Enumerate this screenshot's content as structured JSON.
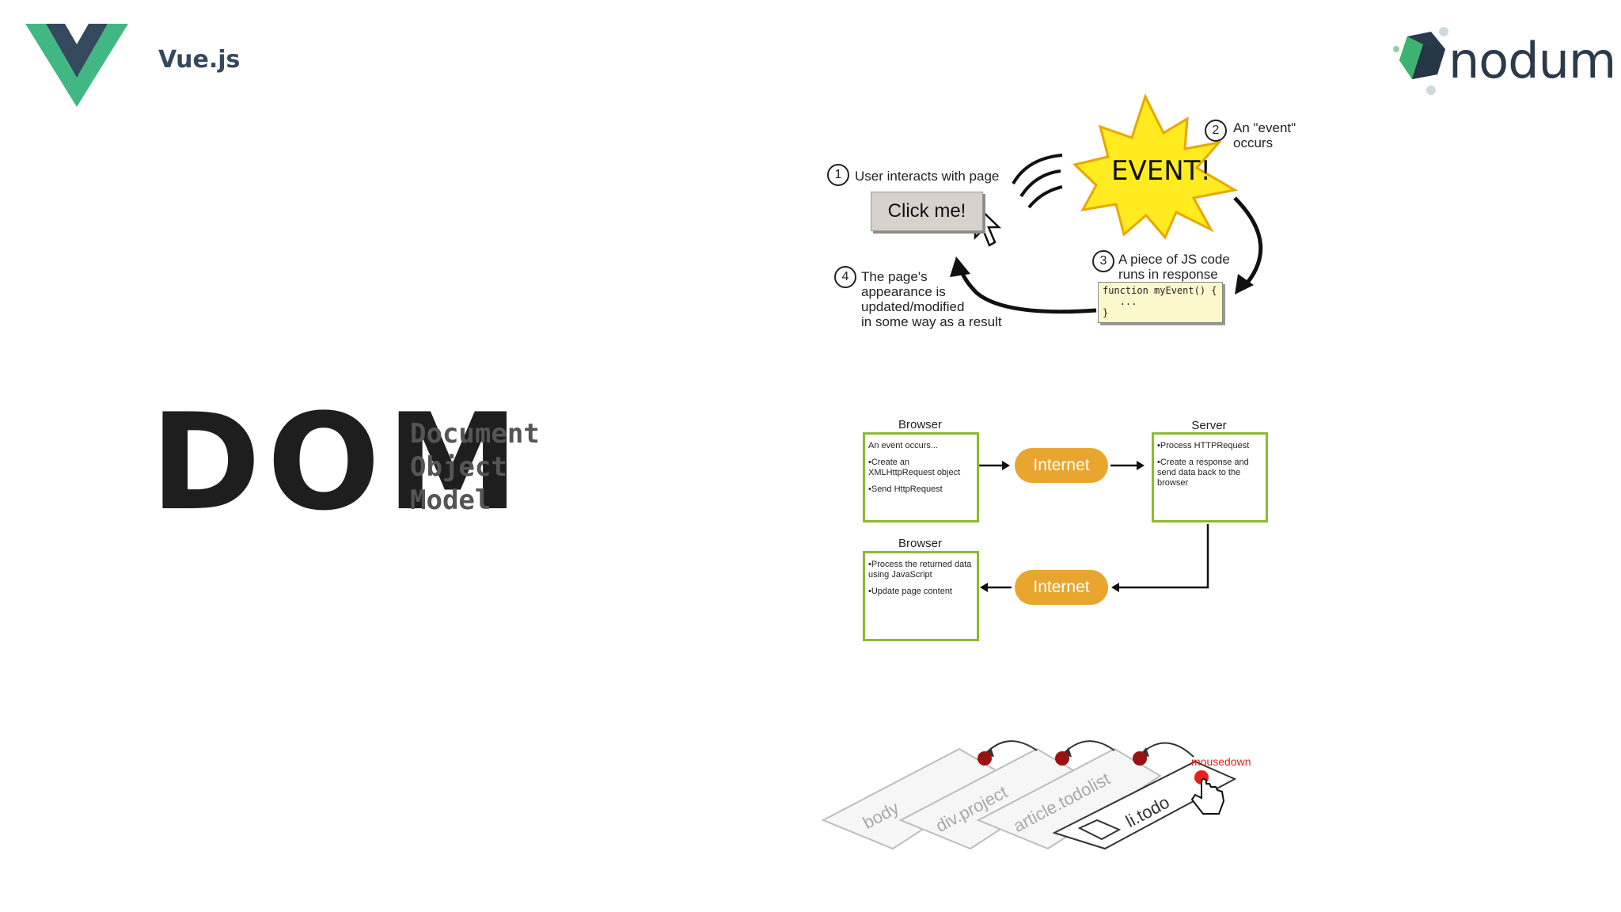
{
  "header": {
    "brand": "Vue.js",
    "nodum_logo_text": "nodum",
    "colors": {
      "vue_green": "#41b883",
      "vue_dark": "#35495e",
      "nodum_green": "#3cb371"
    }
  },
  "dom_title": {
    "acronym": "DOM",
    "expansion": [
      "Document",
      "Object",
      "Model"
    ]
  },
  "event_diagram": {
    "step1": {
      "num": "1",
      "text": "User interacts with page"
    },
    "button_label": "Click me!",
    "event_burst": "EVENT!",
    "step2": {
      "num": "2",
      "lines": [
        "An \"event\"",
        "occurs"
      ]
    },
    "step3": {
      "num": "3",
      "lines": [
        "A piece of JS code",
        "runs in response"
      ]
    },
    "code_snippet": "function myEvent() {\n   ...\n}",
    "step4": {
      "num": "4",
      "lines": [
        "The page's",
        "appearance is",
        "updated/modified",
        "in some way as a result"
      ]
    }
  },
  "ajax_diagram": {
    "browser_title": "Browser",
    "server_title": "Server",
    "internet_label": "Internet",
    "browser_box1": [
      "An event occurs...",
      "•Create an XMLHttpRequest object",
      "•Send HttpRequest"
    ],
    "server_box": [
      "•Process HTTPRequest",
      "•Create a response and send data back to the browser"
    ],
    "browser_box2": [
      "•Process the returned data using JavaScript",
      "•Update page content"
    ],
    "colors": {
      "box_border": "#8dbb2c",
      "pill": "#e8a62e"
    }
  },
  "bubbling_diagram": {
    "layers": [
      "body",
      "div.project",
      "article.todolist",
      "li.todo"
    ],
    "event_name": "mousedown",
    "colors": {
      "dot": "#9b1111",
      "event": "#e2231a"
    }
  }
}
